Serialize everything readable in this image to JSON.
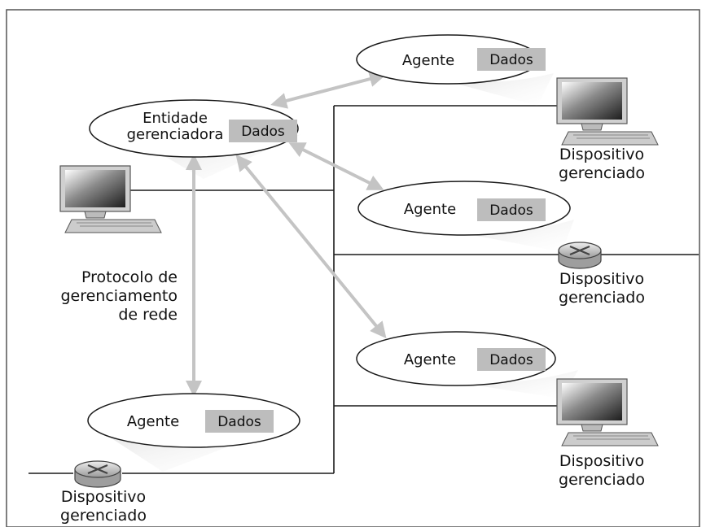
{
  "manager": {
    "line1": "Entidade",
    "line2": "gerenciadora",
    "data_label": "Dados"
  },
  "protocol_label": {
    "line1": "Protocolo de",
    "line2": "gerenciamento",
    "line3": "de rede"
  },
  "agents": [
    {
      "agent_label": "Agente",
      "data_label": "Dados",
      "device_line1": "Dispositivo",
      "device_line2": "gerenciado",
      "device_type": "computer-icon"
    },
    {
      "agent_label": "Agente",
      "data_label": "Dados",
      "device_line1": "Dispositivo",
      "device_line2": "gerenciado",
      "device_type": "router-icon"
    },
    {
      "agent_label": "Agente",
      "data_label": "Dados",
      "device_line1": "Dispositivo",
      "device_line2": "gerenciado",
      "device_type": "computer-icon"
    },
    {
      "agent_label": "Agente",
      "data_label": "Dados",
      "device_line1": "Dispositivo",
      "device_line2": "gerenciado",
      "device_type": "router-icon"
    }
  ],
  "colors": {
    "arrow": "#c4c4c4",
    "line": "#1a1a1a",
    "data_box": "#bdbdbd",
    "shadow": "#d9d9d9"
  }
}
